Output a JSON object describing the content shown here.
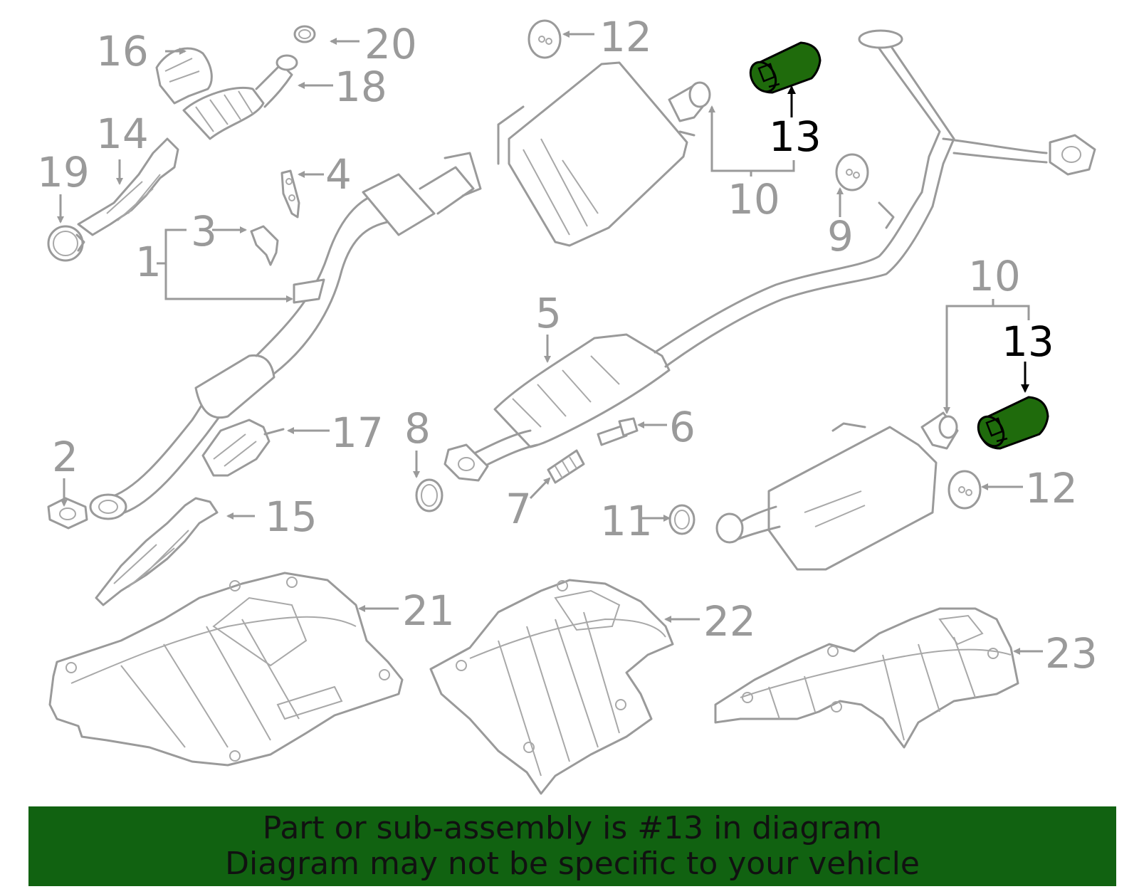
{
  "highlight_color": "#1f6b0c",
  "banner_color": "#116211",
  "callouts": {
    "c1": "1",
    "c2": "2",
    "c3": "3",
    "c4": "4",
    "c5": "5",
    "c6": "6",
    "c7": "7",
    "c8": "8",
    "c9": "9",
    "c10a": "10",
    "c10b": "10",
    "c11": "11",
    "c12a": "12",
    "c12b": "12",
    "c13a": "13",
    "c13b": "13",
    "c14": "14",
    "c15": "15",
    "c16": "16",
    "c17": "17",
    "c18": "18",
    "c19": "19",
    "c20": "20",
    "c21": "21",
    "c22": "22",
    "c23": "23"
  },
  "banner": {
    "line1": "Part or sub-assembly is #13 in diagram",
    "line2": "Diagram may not be specific to your vehicle"
  }
}
